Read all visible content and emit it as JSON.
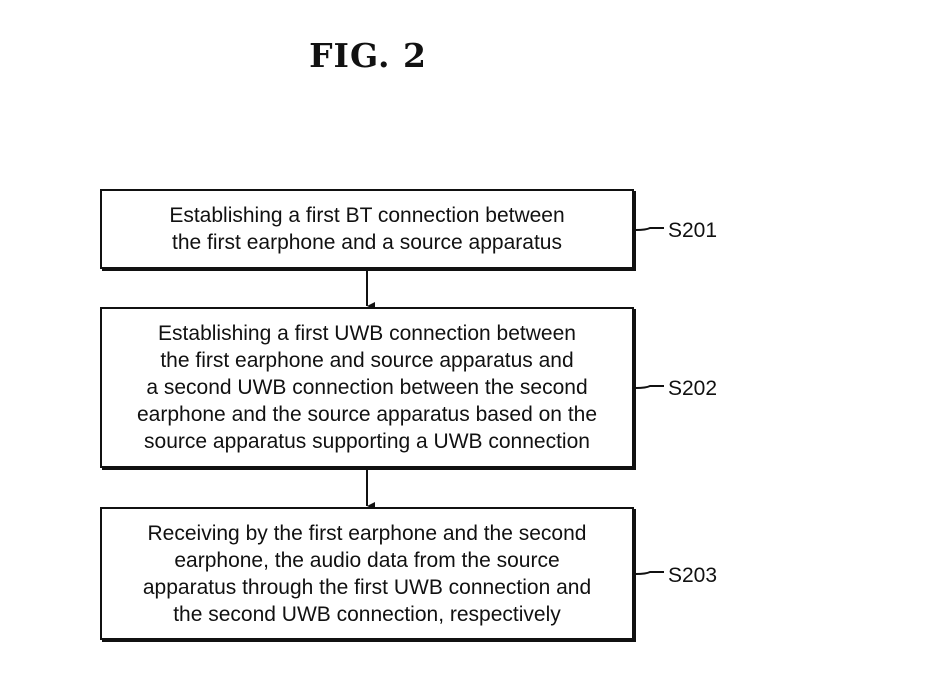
{
  "figure": {
    "title": "FIG. 2"
  },
  "steps": [
    {
      "id": "S201",
      "text": "Establishing a first BT connection between\nthe first earphone and a source apparatus"
    },
    {
      "id": "S202",
      "text": "Establishing a first UWB connection between\nthe first earphone and source apparatus and\na second UWB connection between the second\nearphone and the source apparatus based on the\nsource apparatus supporting a UWB connection"
    },
    {
      "id": "S203",
      "text": "Receiving by the first earphone and the second\nearphone, the audio data from the source\napparatus through the first UWB connection and\nthe second UWB connection, respectively"
    }
  ],
  "colors": {
    "stroke": "#111111",
    "background": "#ffffff"
  }
}
